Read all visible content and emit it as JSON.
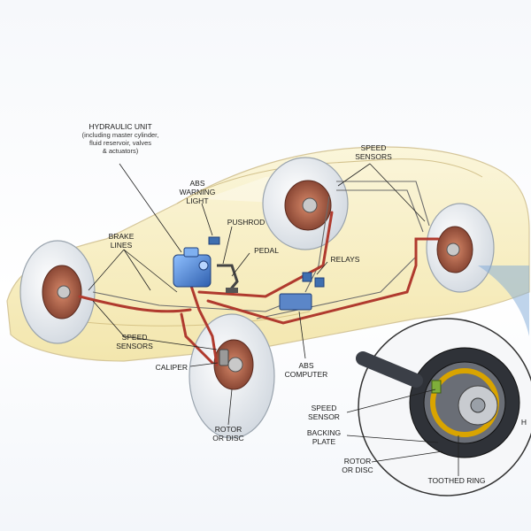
{
  "diagram": {
    "labels": {
      "hydraulic_unit": "HYDRAULIC UNIT",
      "hydraulic_unit_detail": "(including master cylinder,\nfluid reservoir, valves\n& actuators)",
      "abs_warning_light": "ABS\nWARNING\nLIGHT",
      "pushrod": "PUSHROD",
      "pedal": "PEDAL",
      "brake_lines": "BRAKE\nLINES",
      "speed_sensors_top": "SPEED\nSENSORS",
      "relays": "RELAYS",
      "speed_sensors_left": "SPEED\nSENSORS",
      "caliper": "CALIPER",
      "abs_computer": "ABS\nCOMPUTER",
      "rotor_or_disc": "ROTOR\nOR DISC",
      "inset_speed_sensor": "SPEED\nSENSOR",
      "inset_backing_plate": "BACKING\nPLATE",
      "inset_rotor_or_disc": "ROTOR\nOR DISC",
      "inset_toothed_ring": "TOOTHED RING",
      "inset_hub_cut": "H"
    },
    "colors": {
      "car_body": "#f3e7a6",
      "brake_line": "#b03a2e",
      "hydraulic_unit": "#3f7ccf",
      "tire": "#e8ecf1",
      "rotor": "#b5543a",
      "wire": "#6b6b6b",
      "inset_ring": "#d9a400"
    },
    "icons": [
      "car-body",
      "wheel",
      "hydraulic-unit",
      "abs-computer",
      "relay",
      "speed-sensor",
      "brake-line",
      "caliper",
      "inset-zoom"
    ]
  }
}
